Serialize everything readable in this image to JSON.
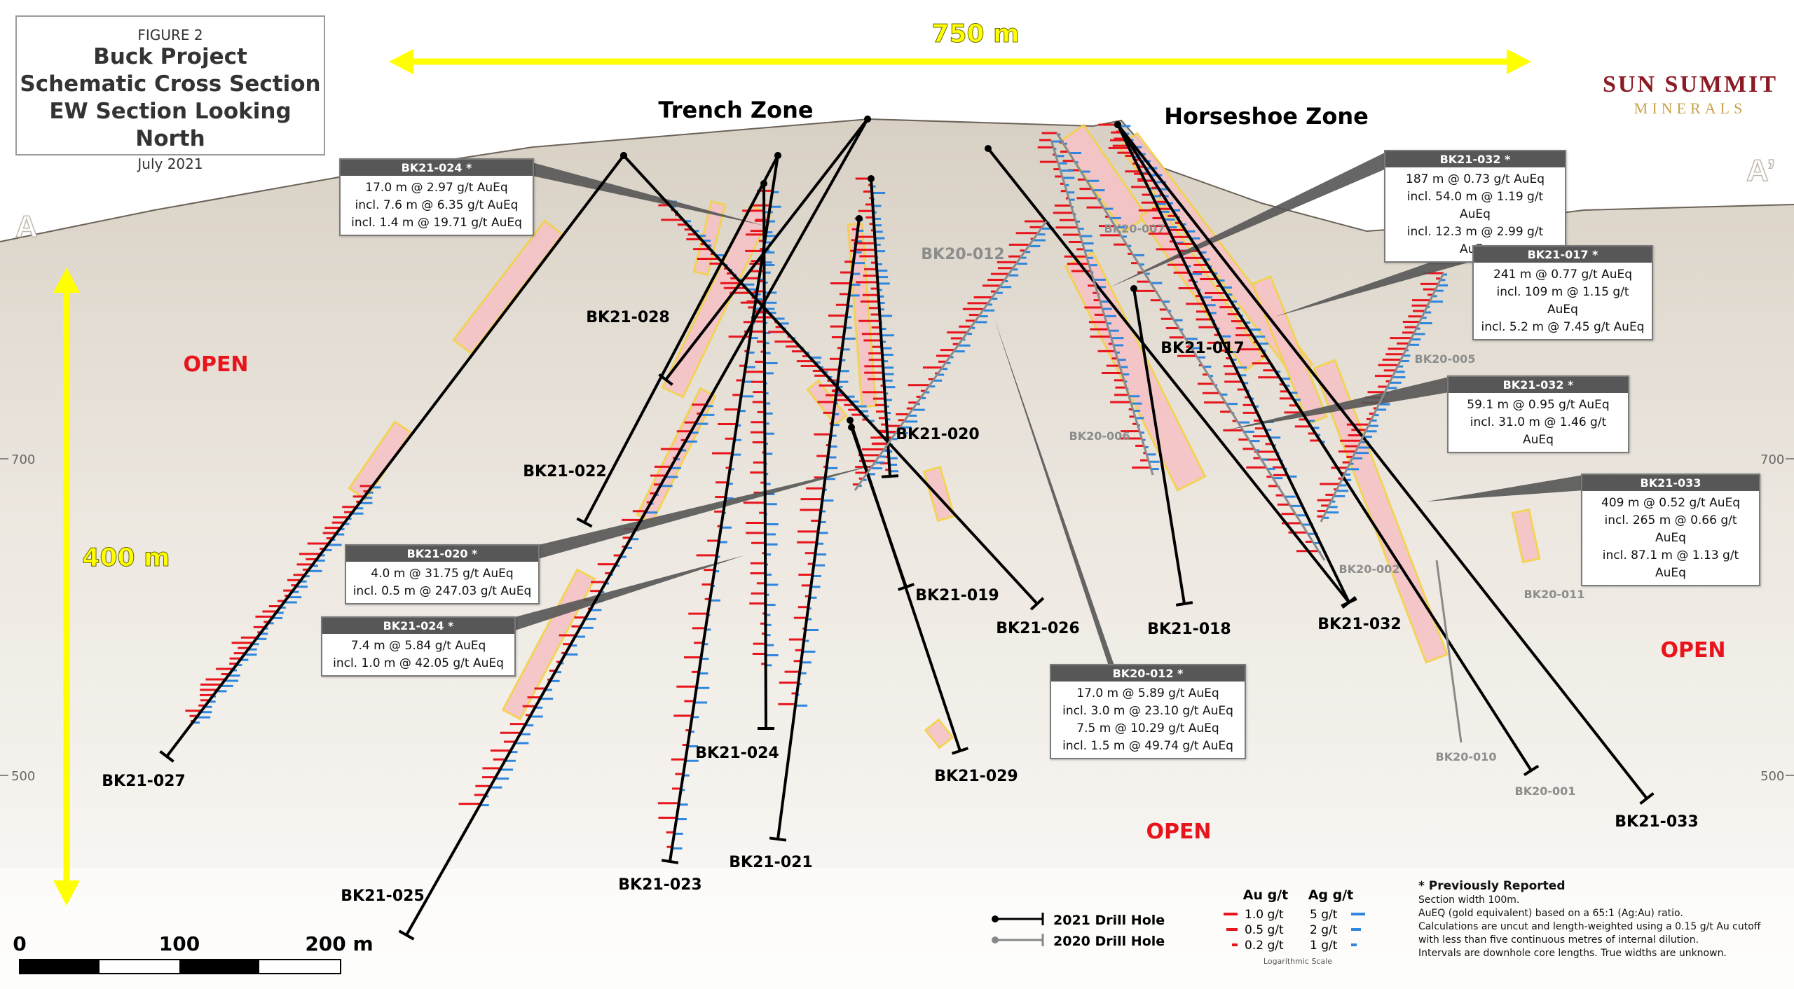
{
  "figure": {
    "label": "FIGURE 2",
    "title_lines": [
      "Buck Project",
      "Schematic Cross Section",
      "EW Section Looking North"
    ],
    "date": "July 2021"
  },
  "logo": {
    "name": "SUN SUMMIT",
    "sub": "MINERALS",
    "colors": {
      "name": "#8b1a24",
      "sub": "#c9a24b"
    }
  },
  "section_ends": {
    "left": "A",
    "right": "A’"
  },
  "scale_horizontal": {
    "label": "750 m",
    "color": "#ffff00"
  },
  "scale_vertical": {
    "label": "400 m",
    "color": "#ffff00"
  },
  "zones": [
    "Trench Zone",
    "Horseshoe Zone"
  ],
  "open_labels": [
    "OPEN",
    "OPEN",
    "OPEN"
  ],
  "elevations": {
    "left": [
      "700",
      "500"
    ],
    "right": [
      "700",
      "500"
    ]
  },
  "drill_holes_2021": [
    "BK21-027",
    "BK21-025",
    "BK21-028",
    "BK21-022",
    "BK21-023",
    "BK21-024",
    "BK21-021",
    "BK21-020",
    "BK21-019",
    "BK21-029",
    "BK21-026",
    "BK21-017",
    "BK21-018",
    "BK21-032",
    "BK21-033"
  ],
  "drill_holes_2020": [
    "BK20-012",
    "BK20-007",
    "BK20-006",
    "BK20-005",
    "BK20-002",
    "BK20-011",
    "BK20-010",
    "BK20-001"
  ],
  "callouts": [
    {
      "header": "BK21-024 *",
      "lines": [
        "17.0 m @ 2.97 g/t AuEq",
        "incl. 7.6 m @ 6.35 g/t AuEq",
        "incl. 1.4 m @ 19.71 g/t AuEq"
      ]
    },
    {
      "header": "BK21-020 *",
      "lines": [
        "4.0 m @ 31.75 g/t AuEq",
        "incl. 0.5 m @ 247.03 g/t AuEq"
      ]
    },
    {
      "header": "BK21-024 *",
      "lines": [
        "7.4 m @ 5.84 g/t AuEq",
        "incl. 1.0 m @ 42.05 g/t AuEq"
      ]
    },
    {
      "header": "BK20-012 *",
      "lines": [
        "17.0 m @ 5.89 g/t AuEq",
        "incl. 3.0 m @ 23.10 g/t AuEq",
        "7.5 m @ 10.29 g/t AuEq",
        "incl. 1.5 m @ 49.74 g/t AuEq"
      ]
    },
    {
      "header": "BK21-032 *",
      "lines": [
        "187 m @ 0.73 g/t AuEq",
        "incl. 54.0 m @ 1.19 g/t AuEq",
        "incl. 12.3 m @ 2.99 g/t AuEq"
      ]
    },
    {
      "header": "BK21-017 *",
      "lines": [
        "241 m @ 0.77 g/t AuEq",
        "incl. 109 m @ 1.15 g/t AuEq",
        "incl. 5.2 m @ 7.45 g/t AuEq"
      ]
    },
    {
      "header": "BK21-032 *",
      "lines": [
        "59.1 m @ 0.95 g/t AuEq",
        "incl. 31.0 m @ 1.46 g/t AuEq"
      ]
    },
    {
      "header": "BK21-033",
      "lines": [
        "409 m @ 0.52 g/t AuEq",
        "incl. 265 m @ 0.66 g/t AuEq",
        "incl. 87.1 m @ 1.13 g/t AuEq"
      ]
    }
  ],
  "scale_bar": {
    "labels": [
      "0",
      "100",
      "200 m"
    ]
  },
  "hole_legend": [
    {
      "label": "2021 Drill Hole",
      "color": "#000000"
    },
    {
      "label": "2020 Drill Hole",
      "color": "#888888"
    }
  ],
  "grade_legend": {
    "au_title": "Au g/t",
    "ag_title": "Ag g/t",
    "au": [
      "1.0 g/t",
      "0.5 g/t",
      "0.2 g/t"
    ],
    "ag": [
      "5 g/t",
      "2 g/t",
      "1 g/t"
    ],
    "note": "Logarithmic Scale",
    "au_color": "#e8141c",
    "ag_color": "#2e86de"
  },
  "notes": {
    "title": "* Previously Reported",
    "lines": [
      "Section width 100m.",
      "AuEQ (gold equivalent) based on a 65:1 (Ag:Au) ratio.",
      "Calculations are uncut and length-weighted using a 0.15 g/t Au cutoff",
      "with less than five continuous metres of internal dilution.",
      "Intervals are downhole core lengths. True widths are unknown."
    ]
  }
}
